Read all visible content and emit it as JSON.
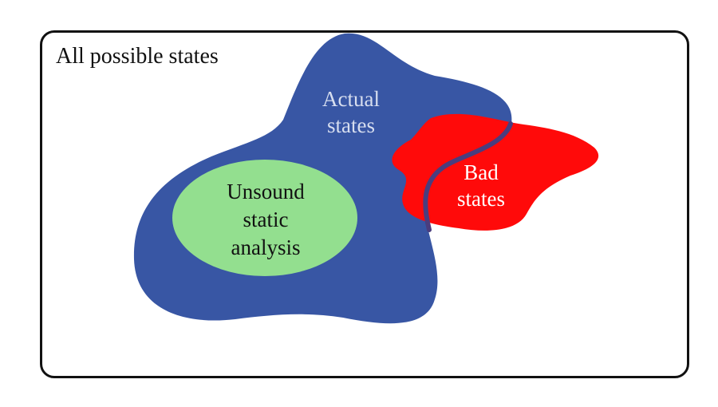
{
  "diagram": {
    "universe": {
      "label": "All possible states"
    },
    "actual_states": {
      "line1": "Actual",
      "line2": "states",
      "color": "#3856a4",
      "text_color": "#d7deef"
    },
    "bad_states": {
      "line1": "Bad",
      "line2": "states",
      "color": "#ff0a0a",
      "text_color": "#ffffff"
    },
    "unsound_analysis": {
      "line1": "Unsound",
      "line2": "static",
      "line3": "analysis",
      "color": "#93df8f",
      "text_color": "#111111"
    },
    "overlap_outline_color": "#4a3d7e"
  }
}
